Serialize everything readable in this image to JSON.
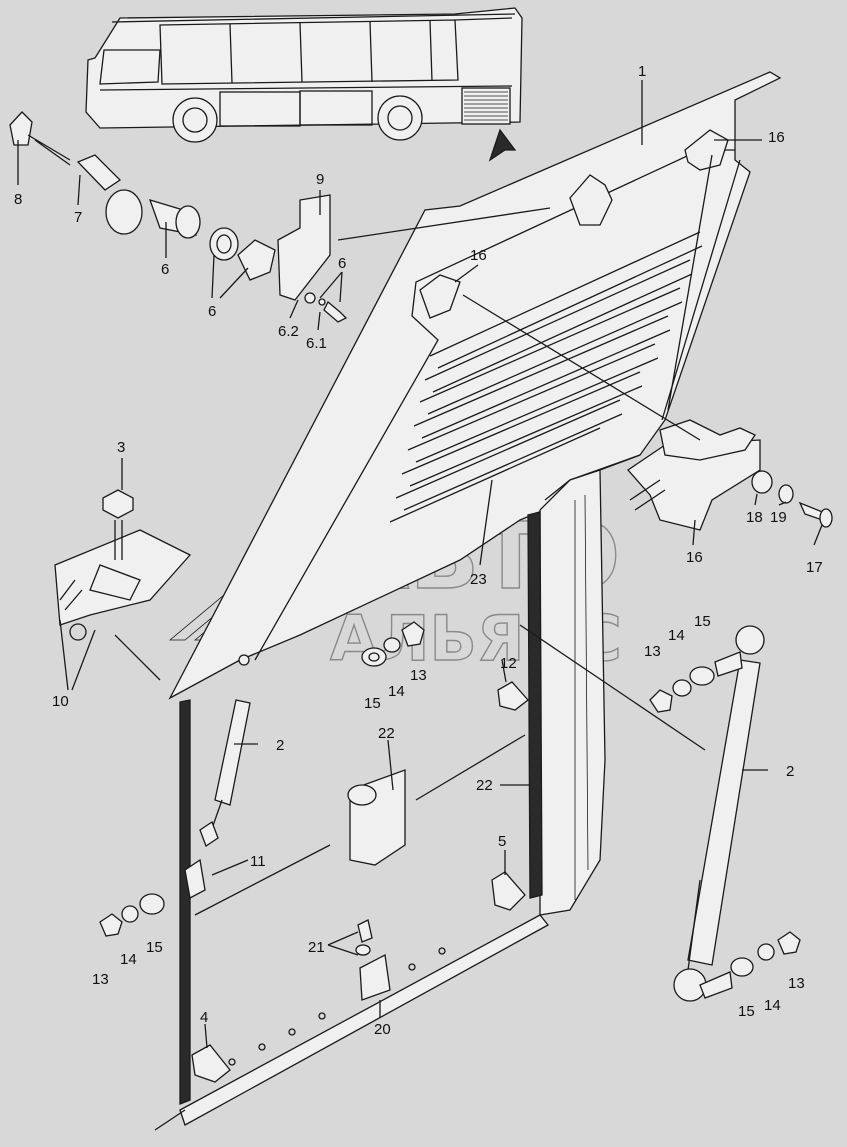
{
  "watermark": {
    "line1": "АВТО",
    "line2": "АЛЬЯНС"
  },
  "callouts": [
    {
      "id": "c1",
      "text": "1"
    },
    {
      "id": "c16a",
      "text": "16"
    },
    {
      "id": "c16b",
      "text": "16"
    },
    {
      "id": "c16c",
      "text": "16"
    },
    {
      "id": "c9",
      "text": "9"
    },
    {
      "id": "c8",
      "text": "8"
    },
    {
      "id": "c7",
      "text": "7"
    },
    {
      "id": "c6a",
      "text": "6"
    },
    {
      "id": "c6b",
      "text": "6"
    },
    {
      "id": "c6c",
      "text": "6"
    },
    {
      "id": "c62",
      "text": "6.2"
    },
    {
      "id": "c61",
      "text": "6.1"
    },
    {
      "id": "c3",
      "text": "3"
    },
    {
      "id": "c10",
      "text": "10"
    },
    {
      "id": "c18",
      "text": "18"
    },
    {
      "id": "c19",
      "text": "19"
    },
    {
      "id": "c17",
      "text": "17"
    },
    {
      "id": "c23",
      "text": "23"
    },
    {
      "id": "c15a",
      "text": "15"
    },
    {
      "id": "c14a",
      "text": "14"
    },
    {
      "id": "c13a",
      "text": "13"
    },
    {
      "id": "c12",
      "text": "12"
    },
    {
      "id": "c13b",
      "text": "13"
    },
    {
      "id": "c14b",
      "text": "14"
    },
    {
      "id": "c15b",
      "text": "15"
    },
    {
      "id": "c2a",
      "text": "2"
    },
    {
      "id": "c2b",
      "text": "2"
    },
    {
      "id": "c22a",
      "text": "22"
    },
    {
      "id": "c22b",
      "text": "22"
    },
    {
      "id": "c11",
      "text": "11"
    },
    {
      "id": "c5",
      "text": "5"
    },
    {
      "id": "c13c",
      "text": "13"
    },
    {
      "id": "c14c",
      "text": "14"
    },
    {
      "id": "c15c",
      "text": "15"
    },
    {
      "id": "c21",
      "text": "21"
    },
    {
      "id": "c20",
      "text": "20"
    },
    {
      "id": "c4",
      "text": "4"
    },
    {
      "id": "c15d",
      "text": "15"
    },
    {
      "id": "c14d",
      "text": "14"
    },
    {
      "id": "c13d",
      "text": "13"
    }
  ]
}
